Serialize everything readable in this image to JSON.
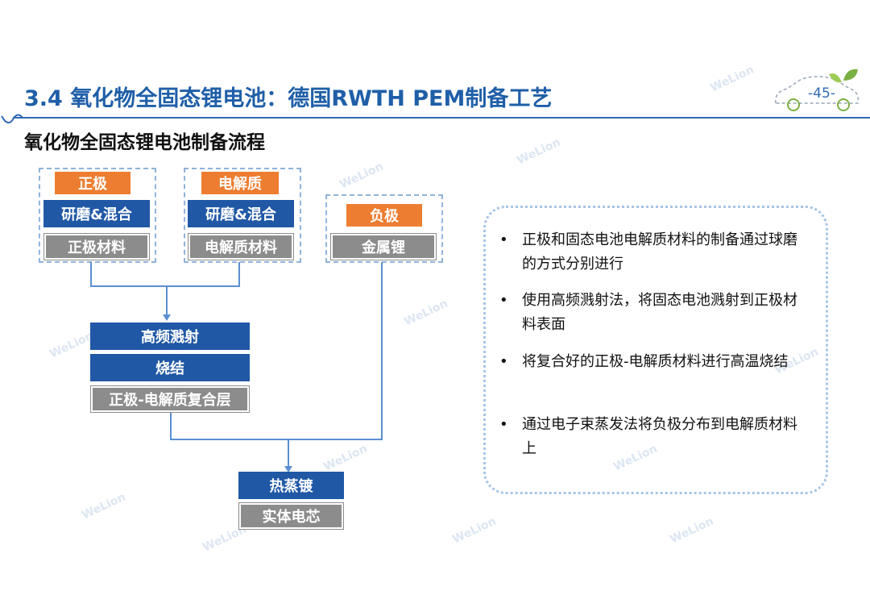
{
  "header": {
    "title": "3.4 氧化物全固态锂电池：德国RWTH PEM制备工艺",
    "page_number": "-45-"
  },
  "section_title": "氧化物全固态锂电池制备流程",
  "flow": {
    "cathode": {
      "label": "正极",
      "step": "研磨&混合",
      "material": "正极材料"
    },
    "electrolyte": {
      "label": "电解质",
      "step": "研磨&混合",
      "material": "电解质材料"
    },
    "anode": {
      "label": "负极",
      "material": "金属锂"
    },
    "sputter": "高频溅射",
    "sinter": "烧结",
    "composite": "正极-电解质复合层",
    "evaporate": "热蒸镀",
    "cell": "实体电芯"
  },
  "bullets": [
    "正极和固态电池电解质材料的制备通过球磨的方式分别进行",
    "使用高频溅射法，将固态电池溅射到正极材料表面",
    "将复合好的正极-电解质材料进行高温烧结",
    "通过电子束蒸发法将负极分布到电解质材料上"
  ],
  "watermark": "WeLion",
  "colors": {
    "title_blue": "#1f5fa8",
    "box_blue": "#2058a6",
    "orange": "#ed7d31",
    "gray": "#8c8c8c",
    "connector": "#5b8fd0"
  },
  "icons": {
    "logo": "car-leaf-icon"
  }
}
